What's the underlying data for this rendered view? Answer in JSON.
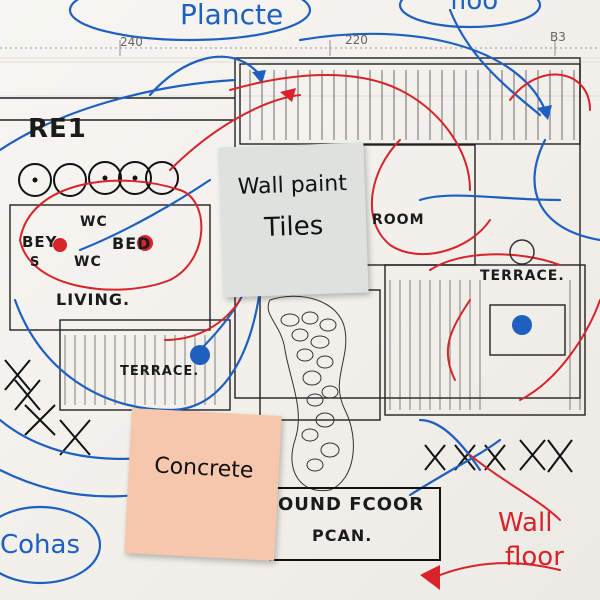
{
  "dimension_labels": [
    "240",
    "220",
    "B3"
  ],
  "blue_labels": {
    "top": "Plancte",
    "top_right": "floo",
    "bottom_left": "Cohas"
  },
  "red_labels": {
    "wall_floor_line1": "Wall",
    "wall_floor_line2": "floor"
  },
  "plan_labels": {
    "room": "RE1",
    "bed_left": "BEY",
    "s": "S",
    "wc_upper": "WC",
    "wc_lower": "WC",
    "bed_right": "BED",
    "living": "LIVING.",
    "terrace_left": "TERRACE.",
    "room_right": "ROOM",
    "terrace_right": "TERRACE.",
    "ground_floor_plan_line1": "OUND FCOOR",
    "ground_floor_plan_line2": "PCAN."
  },
  "sticky_notes": [
    {
      "lines": [
        "Wall paint",
        "Tiles"
      ],
      "color": "#dde2df"
    },
    {
      "lines": [
        "Concrete"
      ],
      "color": "#f6c7ad"
    }
  ]
}
